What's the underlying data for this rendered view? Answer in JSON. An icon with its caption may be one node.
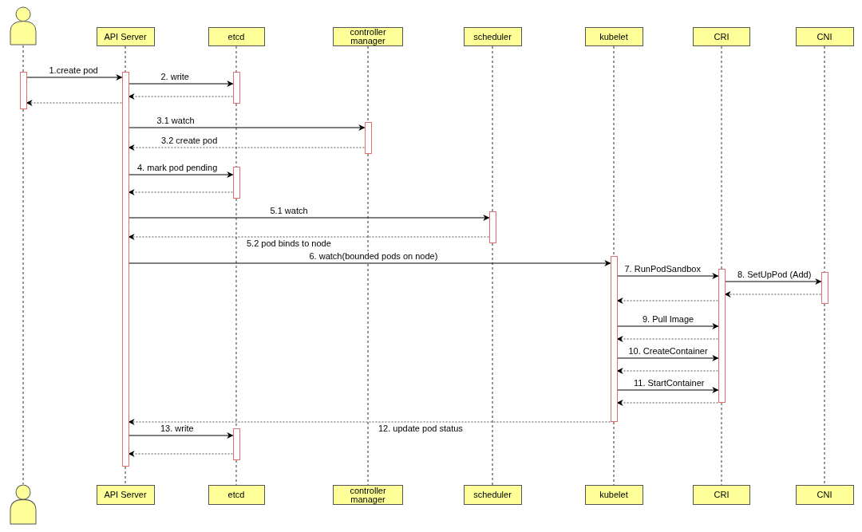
{
  "diagram": {
    "nodes": [
      {
        "text": [],
        "shape": "person"
      },
      {
        "text": [
          "API Server"
        ]
      },
      {
        "text": [
          "etcd"
        ]
      },
      {
        "text": [
          "controller manager"
        ]
      },
      {
        "text": [
          "scheduler"
        ]
      },
      {
        "text": [
          "kubelet"
        ]
      },
      {
        "text": [
          "CRI"
        ]
      },
      {
        "text": [
          "CNI"
        ]
      },
      {
        "text": [],
        "shape": "bar"
      },
      {
        "text": [],
        "shape": "bar"
      },
      {
        "text": [],
        "shape": "bar"
      },
      {
        "text": [],
        "shape": "bar"
      },
      {
        "text": [],
        "shape": "bar"
      },
      {
        "text": [],
        "shape": "bar"
      },
      {
        "text": [],
        "shape": "bar"
      },
      {
        "text": [],
        "shape": "bar"
      },
      {
        "text": [],
        "shape": "bar"
      },
      {
        "text": [],
        "shape": "bar"
      },
      {
        "text": [],
        "shape": "person"
      },
      {
        "text": [
          "API Server"
        ]
      },
      {
        "text": [
          "etcd"
        ]
      },
      {
        "text": [
          "controller manager"
        ]
      },
      {
        "text": [
          "scheduler"
        ]
      },
      {
        "text": [
          "kubelet"
        ]
      },
      {
        "text": [
          "CRI"
        ]
      },
      {
        "text": [
          "CNI"
        ]
      }
    ],
    "edges": [
      {
        "from": 8,
        "to": 9,
        "arrow": "to",
        "label": "1.create pod"
      },
      {
        "from": 9,
        "to": 10,
        "arrow": "to",
        "label": "2. write"
      },
      {
        "from": 10,
        "to": 9,
        "arrow": "to",
        "style": "dashed"
      },
      {
        "from": 9,
        "to": 8,
        "arrow": "to",
        "style": "dashed"
      },
      {
        "from": 9,
        "to": 11,
        "arrow": "to",
        "label": "3.1 watch"
      },
      {
        "from": 11,
        "to": 9,
        "arrow": "to",
        "style": "dashed",
        "label": "3.2 create pod"
      },
      {
        "from": 9,
        "to": 12,
        "arrow": "to",
        "label": "4. mark pod pending"
      },
      {
        "from": 12,
        "to": 9,
        "arrow": "to",
        "style": "dashed"
      },
      {
        "from": 9,
        "to": 13,
        "arrow": "to",
        "label": "5.1 watch"
      },
      {
        "from": 13,
        "to": 9,
        "arrow": "to",
        "style": "dashed",
        "label": "5.2 pod binds to node"
      },
      {
        "from": 9,
        "to": 14,
        "arrow": "to",
        "label": "6. watch(bounded pods on node)"
      },
      {
        "from": 14,
        "to": 15,
        "arrow": "to",
        "label": "7. RunPodSandbox"
      },
      {
        "from": 15,
        "to": 16,
        "arrow": "to",
        "label": "8. SetUpPod (Add)"
      },
      {
        "from": 16,
        "to": 15,
        "arrow": "to",
        "style": "dashed"
      },
      {
        "from": 15,
        "to": 14,
        "arrow": "to",
        "style": "dashed"
      },
      {
        "from": 14,
        "to": 15,
        "arrow": "to",
        "label": "9. Pull Image"
      },
      {
        "from": 15,
        "to": 14,
        "arrow": "to",
        "style": "dashed"
      },
      {
        "from": 14,
        "to": 15,
        "arrow": "to",
        "label": "10. CreateContainer"
      },
      {
        "from": 15,
        "to": 14,
        "arrow": "to",
        "style": "dashed"
      },
      {
        "from": 14,
        "to": 15,
        "arrow": "to",
        "label": "11. StartContainer"
      },
      {
        "from": 15,
        "to": 14,
        "arrow": "to",
        "style": "dashed"
      },
      {
        "from": 14,
        "to": 9,
        "arrow": "to",
        "style": "dashed",
        "label": "12. update pod status"
      },
      {
        "from": 9,
        "to": 17,
        "arrow": "to",
        "label": "13. write"
      },
      {
        "from": 17,
        "to": 9,
        "arrow": "to",
        "style": "dashed"
      },
      {
        "from": 0,
        "to": 8,
        "arrow": "none",
        "style": "dashed"
      },
      {
        "from": 8,
        "to": 18,
        "arrow": "none",
        "style": "dashed"
      },
      {
        "from": 1,
        "to": 9,
        "arrow": "none",
        "style": "dashed"
      },
      {
        "from": 9,
        "to": 19,
        "arrow": "none",
        "style": "dashed"
      },
      {
        "from": 2,
        "to": 10,
        "arrow": "none",
        "style": "dashed"
      },
      {
        "from": 10,
        "to": 12,
        "arrow": "none",
        "style": "dashed"
      },
      {
        "from": 12,
        "to": 17,
        "arrow": "none",
        "style": "dashed"
      },
      {
        "from": 17,
        "to": 20,
        "arrow": "none",
        "style": "dashed"
      },
      {
        "from": 3,
        "to": 11,
        "arrow": "none",
        "style": "dashed"
      },
      {
        "from": 11,
        "to": 21,
        "arrow": "none",
        "style": "dashed"
      },
      {
        "from": 4,
        "to": 13,
        "arrow": "none",
        "style": "dashed"
      },
      {
        "from": 13,
        "to": 22,
        "arrow": "none",
        "style": "dashed"
      },
      {
        "from": 5,
        "to": 14,
        "arrow": "none",
        "style": "dashed"
      },
      {
        "from": 14,
        "to": 23,
        "arrow": "none",
        "style": "dashed"
      },
      {
        "from": 6,
        "to": 15,
        "arrow": "none",
        "style": "dashed"
      },
      {
        "from": 15,
        "to": 24,
        "arrow": "none",
        "style": "dashed"
      },
      {
        "from": 7,
        "to": 16,
        "arrow": "none",
        "style": "dashed"
      },
      {
        "from": 16,
        "to": 25,
        "arrow": "none",
        "style": "dashed"
      }
    ]
  }
}
